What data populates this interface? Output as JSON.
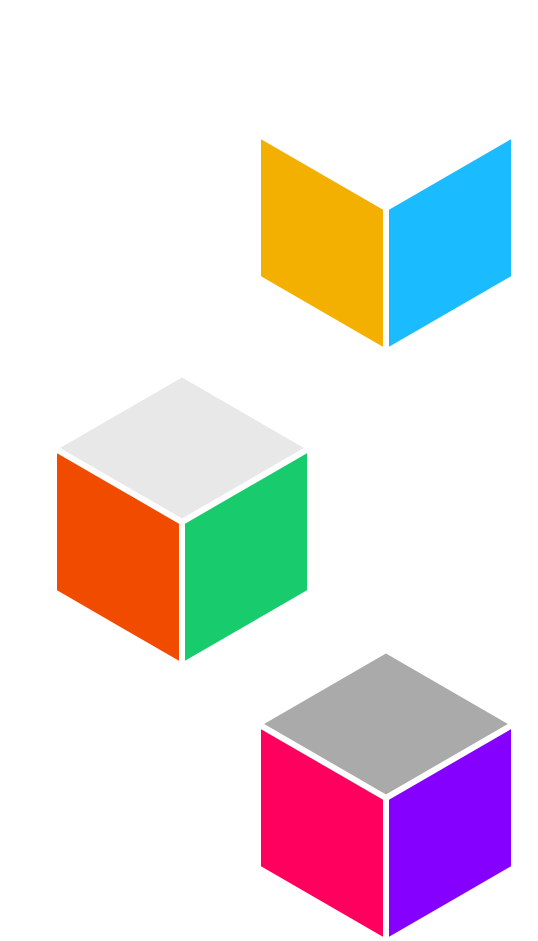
{
  "cubes": [
    {
      "id": "cube-1",
      "faces": {
        "top": null,
        "left": "#F3B000",
        "right": "#1BBBFF"
      }
    },
    {
      "id": "cube-2",
      "faces": {
        "top": "#E8E8E8",
        "left": "#F14B00",
        "right": "#18CC6D"
      }
    },
    {
      "id": "cube-3",
      "faces": {
        "top": "#AAAAAA",
        "left": "#FF005E",
        "right": "#8600FF"
      }
    }
  ],
  "background": "#FFFFFF"
}
